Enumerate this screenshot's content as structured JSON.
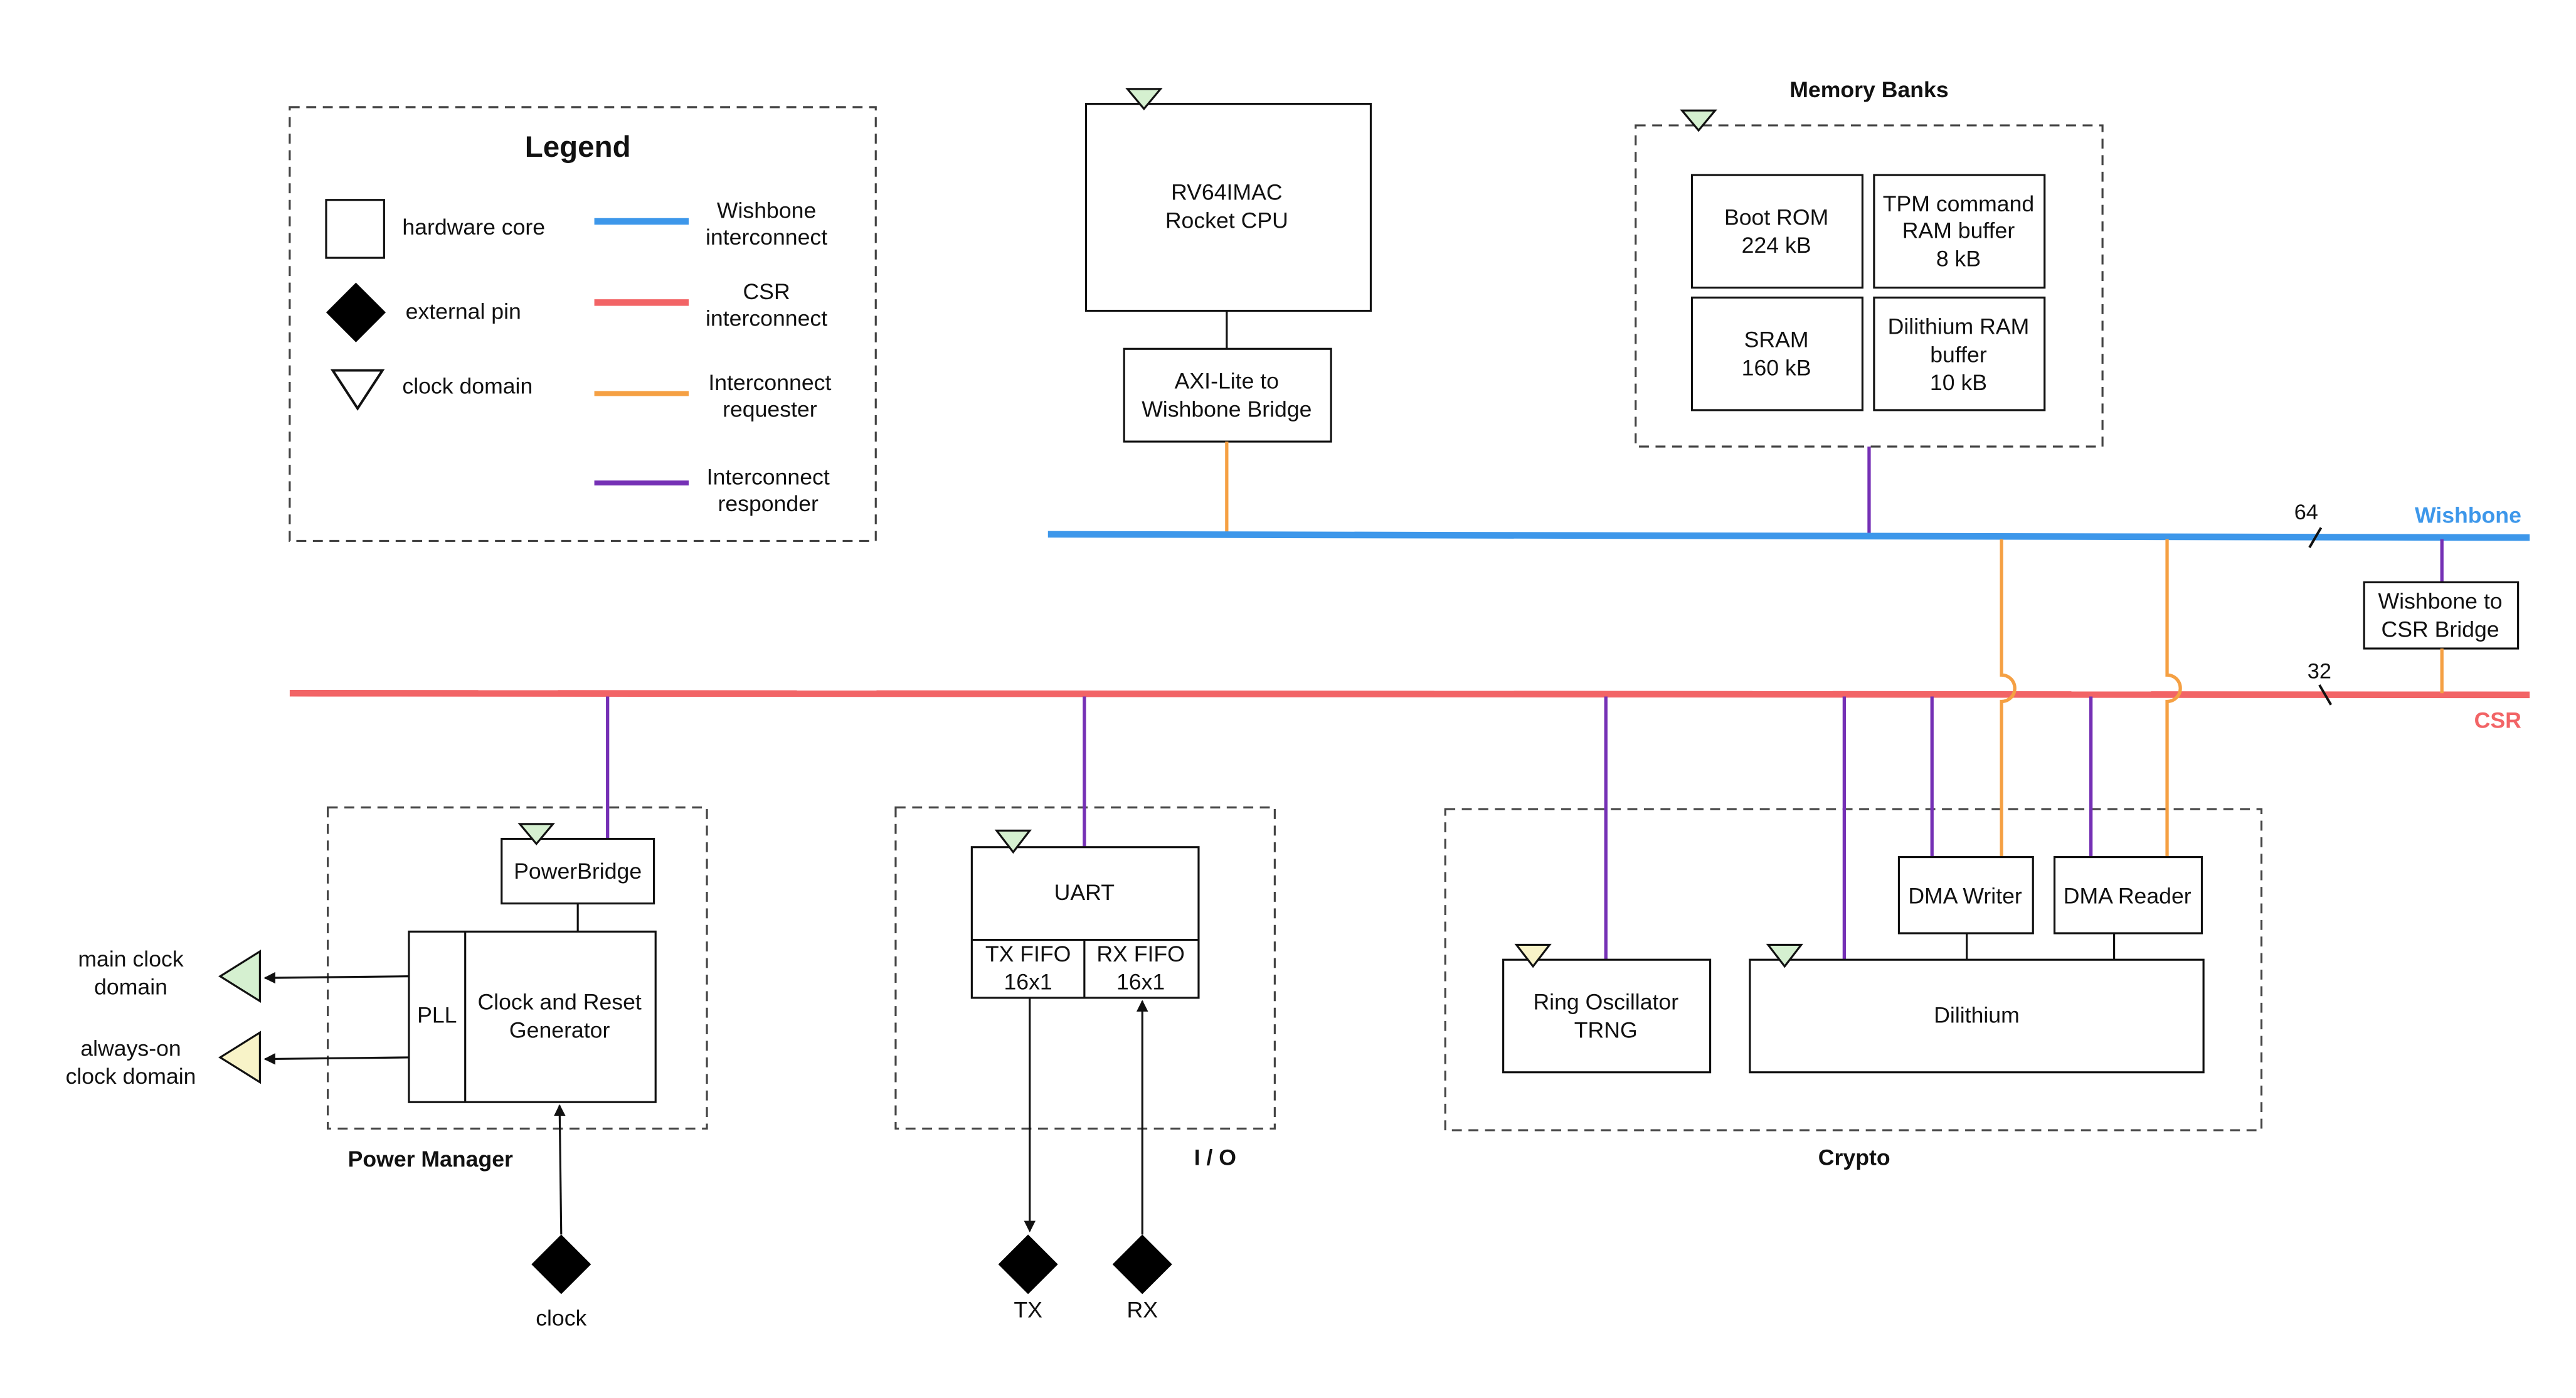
{
  "legend": {
    "title": "Legend",
    "items": [
      "hardware core",
      "external pin",
      "clock domain"
    ],
    "lines": [
      {
        "label": [
          "Wishbone",
          "interconnect"
        ],
        "color": "#3d97ea"
      },
      {
        "label": [
          "CSR",
          "interconnect"
        ],
        "color": "#f26466"
      },
      {
        "label": [
          "Interconnect",
          "requester"
        ],
        "color": "#f5a043"
      },
      {
        "label": [
          "Interconnect",
          "responder"
        ],
        "color": "#7530b5"
      }
    ]
  },
  "colors": {
    "wishbone": "#3d97ea",
    "csr": "#f26466",
    "requester": "#f5a043",
    "responder": "#7530b5",
    "clock_green": "#d5f0d0",
    "clock_yellow": "#f8f3c8"
  },
  "buses": {
    "wishbone_label": "Wishbone",
    "wishbone_width": "64",
    "csr_label": "CSR",
    "csr_width": "32"
  },
  "cpu": {
    "name": [
      "RV64IMAC",
      "Rocket CPU"
    ],
    "bridge": [
      "AXI-Lite to",
      "Wishbone Bridge"
    ]
  },
  "memory": {
    "group": "Memory Banks",
    "boot_rom": [
      "Boot ROM",
      "224 kB"
    ],
    "tpm": [
      "TPM command",
      "RAM buffer",
      "8 kB"
    ],
    "sram": [
      "SRAM",
      "160 kB"
    ],
    "dilithium_ram": [
      "Dilithium RAM",
      "buffer",
      "10 kB"
    ]
  },
  "wb_csr_bridge": [
    "Wishbone to",
    "CSR Bridge"
  ],
  "power": {
    "group": "Power Manager",
    "powerbridge": "PowerBridge",
    "pll": "PLL",
    "clock_gen": [
      "Clock and Reset",
      "Generator"
    ],
    "main_clock": [
      "main clock",
      "domain"
    ],
    "always_on": [
      "always-on",
      "clock domain"
    ],
    "clock_pin": "clock"
  },
  "io": {
    "group": "I / O",
    "uart": "UART",
    "tx_fifo": [
      "TX FIFO",
      "16x1"
    ],
    "rx_fifo": [
      "RX FIFO",
      "16x1"
    ],
    "tx_pin": "TX",
    "rx_pin": "RX"
  },
  "crypto": {
    "group": "Crypto",
    "trng": [
      "Ring Oscillator",
      "TRNG"
    ],
    "dma_writer": "DMA Writer",
    "dma_reader": "DMA Reader",
    "dilithium": "Dilithium"
  }
}
